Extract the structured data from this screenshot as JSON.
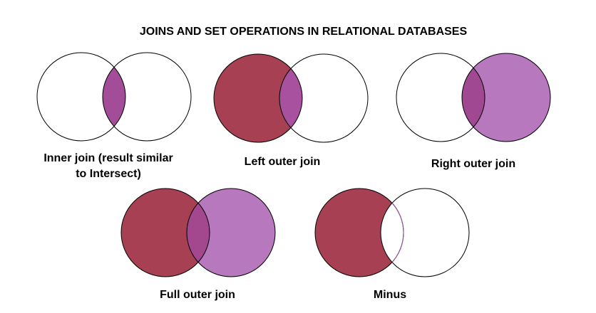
{
  "title": "JOINS AND SET OPERATIONS IN RELATIONAL DATABASES",
  "background_color": "#FFFFFF",
  "outline_color": "#000000",
  "diagrams": [
    {
      "name": "inner-join",
      "label_lines": [
        "Inner join (result similar",
        "to Intersect)"
      ],
      "left_circle_fill": "#FFFFFF",
      "right_circle_fill": "#FFFFFF",
      "intersection_fill": "#A34C97",
      "intersection_arc_color": null
    },
    {
      "name": "left-outer-join",
      "label_lines": [
        "Left outer join"
      ],
      "left_circle_fill": "#A84054",
      "right_circle_fill": "#FFFFFF",
      "intersection_fill": "#A8519F",
      "intersection_arc_color": null
    },
    {
      "name": "right-outer-join",
      "label_lines": [
        "Right outer join"
      ],
      "left_circle_fill": "#FFFFFF",
      "right_circle_fill": "#B878BE",
      "intersection_fill": "#A04992",
      "intersection_arc_color": null
    },
    {
      "name": "full-outer-join",
      "label_lines": [
        "Full outer join"
      ],
      "left_circle_fill": "#A84054",
      "right_circle_fill": "#B878BE",
      "intersection_fill": "#A3488F",
      "intersection_arc_color": null
    },
    {
      "name": "minus",
      "label_lines": [
        "Minus"
      ],
      "left_circle_fill": "#A84054",
      "right_circle_fill": "#FFFFFF",
      "intersection_fill": "#FFFFFF",
      "intersection_arc_color": "#94509B"
    }
  ]
}
